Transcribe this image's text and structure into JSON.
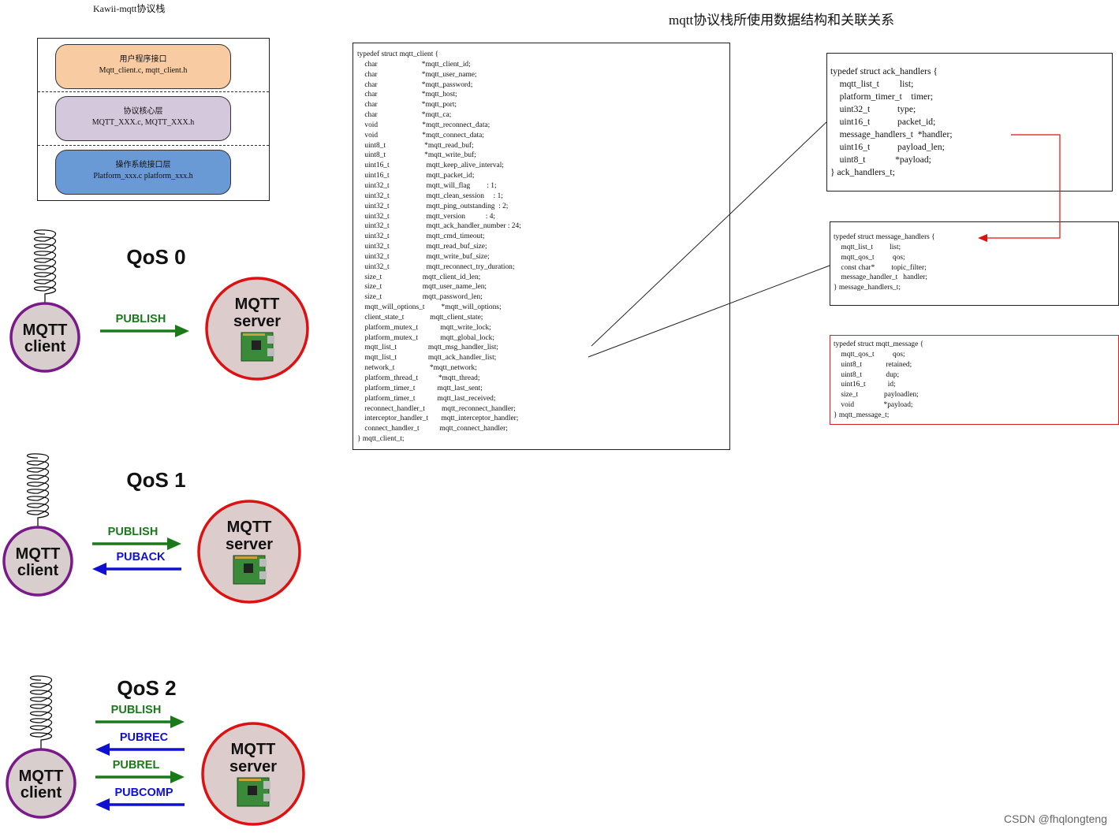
{
  "stack": {
    "title": "Kawii-mqtt协议栈",
    "layers": [
      {
        "name": "用户程序接口",
        "files": "Mqtt_client.c, mqtt_client.h",
        "color": "#f9cba2"
      },
      {
        "name": "协议核心层",
        "files": "MQTT_XXX.c, MQTT_XXX.h",
        "color": "#d4c8dc"
      },
      {
        "name": "操作系统接口层",
        "files": "Platform_xxx.c platform_xxx.h",
        "color": "#6a9ad6"
      }
    ]
  },
  "main_title": "mqtt协议栈所使用数据结构和关联关系",
  "client_struct": {
    "header": "typedef struct mqtt_client {",
    "fields": [
      [
        "char",
        "*mqtt_client_id;"
      ],
      [
        "char",
        "*mqtt_user_name;"
      ],
      [
        "char",
        "*mqtt_password;"
      ],
      [
        "char",
        "*mqtt_host;"
      ],
      [
        "char",
        "*mqtt_port;"
      ],
      [
        "char",
        "*mqtt_ca;"
      ],
      [
        "void",
        "*mqtt_reconnect_data;"
      ],
      [
        "void",
        "*mqtt_connect_data;"
      ],
      [
        "uint8_t",
        "*mqtt_read_buf;"
      ],
      [
        "uint8_t",
        "*mqtt_write_buf;"
      ],
      [
        "uint16_t",
        "mqtt_keep_alive_interval;"
      ],
      [
        "uint16_t",
        "mqtt_packet_id;"
      ],
      [
        "uint32_t",
        "mqtt_will_flag         : 1;"
      ],
      [
        "uint32_t",
        "mqtt_clean_session     : 1;"
      ],
      [
        "uint32_t",
        "mqtt_ping_outstanding  : 2;"
      ],
      [
        "uint32_t",
        "mqtt_version           : 4;"
      ],
      [
        "uint32_t",
        "mqtt_ack_handler_number : 24;"
      ],
      [
        "uint32_t",
        "mqtt_cmd_timeout;"
      ],
      [
        "uint32_t",
        "mqtt_read_buf_size;"
      ],
      [
        "uint32_t",
        "mqtt_write_buf_size;"
      ],
      [
        "uint32_t",
        "mqtt_reconnect_try_duration;"
      ],
      [
        "size_t",
        "mqtt_client_id_len;"
      ],
      [
        "size_t",
        "mqtt_user_name_len;"
      ],
      [
        "size_t",
        "mqtt_password_len;"
      ],
      [
        "mqtt_will_options_t",
        "*mqtt_will_options;"
      ],
      [
        "client_state_t",
        "mqtt_client_state;"
      ],
      [
        "platform_mutex_t",
        "mqtt_write_lock;"
      ],
      [
        "platform_mutex_t",
        "mqtt_global_lock;"
      ],
      [
        "mqtt_list_t",
        "mqtt_msg_handler_list;"
      ],
      [
        "mqtt_list_t",
        "mqtt_ack_handler_list;"
      ],
      [
        "network_t",
        "*mqtt_network;"
      ],
      [
        "platform_thread_t",
        "*mqtt_thread;"
      ],
      [
        "platform_timer_t",
        "mqtt_last_sent;"
      ],
      [
        "platform_timer_t",
        "mqtt_last_received;"
      ],
      [
        "reconnect_handler_t",
        "mqtt_reconnect_handler;"
      ],
      [
        "interceptor_handler_t",
        "mqtt_interceptor_handler;"
      ],
      [
        "connect_handler_t",
        "mqtt_connect_handler;"
      ]
    ],
    "footer": "} mqtt_client_t;"
  },
  "ack_struct": {
    "header": "typedef struct ack_handlers {",
    "fields": [
      [
        "mqtt_list_t",
        "list;"
      ],
      [
        "platform_timer_t",
        "timer;"
      ],
      [
        "uint32_t",
        "type;"
      ],
      [
        "uint16_t",
        "packet_id;"
      ],
      [
        "message_handlers_t",
        "*handler;"
      ],
      [
        "uint16_t",
        "payload_len;"
      ],
      [
        "uint8_t",
        "*payload;"
      ]
    ],
    "footer": "} ack_handlers_t;"
  },
  "msg_handlers_struct": {
    "header": "typedef struct message_handlers {",
    "fields": [
      [
        "mqtt_list_t",
        "list;"
      ],
      [
        "mqtt_qos_t",
        "qos;"
      ],
      [
        "const char*",
        "topic_filter;"
      ],
      [
        "message_handler_t",
        "handler;"
      ]
    ],
    "footer": "} message_handlers_t;"
  },
  "message_struct": {
    "header": "typedef struct mqtt_message {",
    "fields": [
      [
        "mqtt_qos_t",
        "qos;"
      ],
      [
        "uint8_t",
        "retained;"
      ],
      [
        "uint8_t",
        "dup;"
      ],
      [
        "uint16_t",
        "id;"
      ],
      [
        "size_t",
        "payloadlen;"
      ],
      [
        "void",
        "*payload;"
      ]
    ],
    "footer": "} mqtt_message_t;"
  },
  "qos": {
    "client_label": [
      "MQTT",
      "client"
    ],
    "server_label": [
      "MQTT",
      "server"
    ],
    "panels": [
      {
        "title": "QoS 0",
        "messages": [
          {
            "label": "PUBLISH",
            "dir": "right"
          }
        ]
      },
      {
        "title": "QoS 1",
        "messages": [
          {
            "label": "PUBLISH",
            "dir": "right"
          },
          {
            "label": "PUBACK",
            "dir": "left"
          }
        ]
      },
      {
        "title": "QoS 2",
        "messages": [
          {
            "label": "PUBLISH",
            "dir": "right"
          },
          {
            "label": "PUBREC",
            "dir": "left"
          },
          {
            "label": "PUBREL",
            "dir": "right"
          },
          {
            "label": "PUBCOMP",
            "dir": "left"
          }
        ]
      }
    ],
    "colors": {
      "publish": "#1a7a1a",
      "ack": "#1010d0",
      "client_fill": "#d9cece",
      "client_stroke": "#7a1a8a",
      "server_fill": "#dccccc",
      "server_stroke": "#dd1111"
    }
  },
  "watermark": "CSDN @fhqlongteng"
}
